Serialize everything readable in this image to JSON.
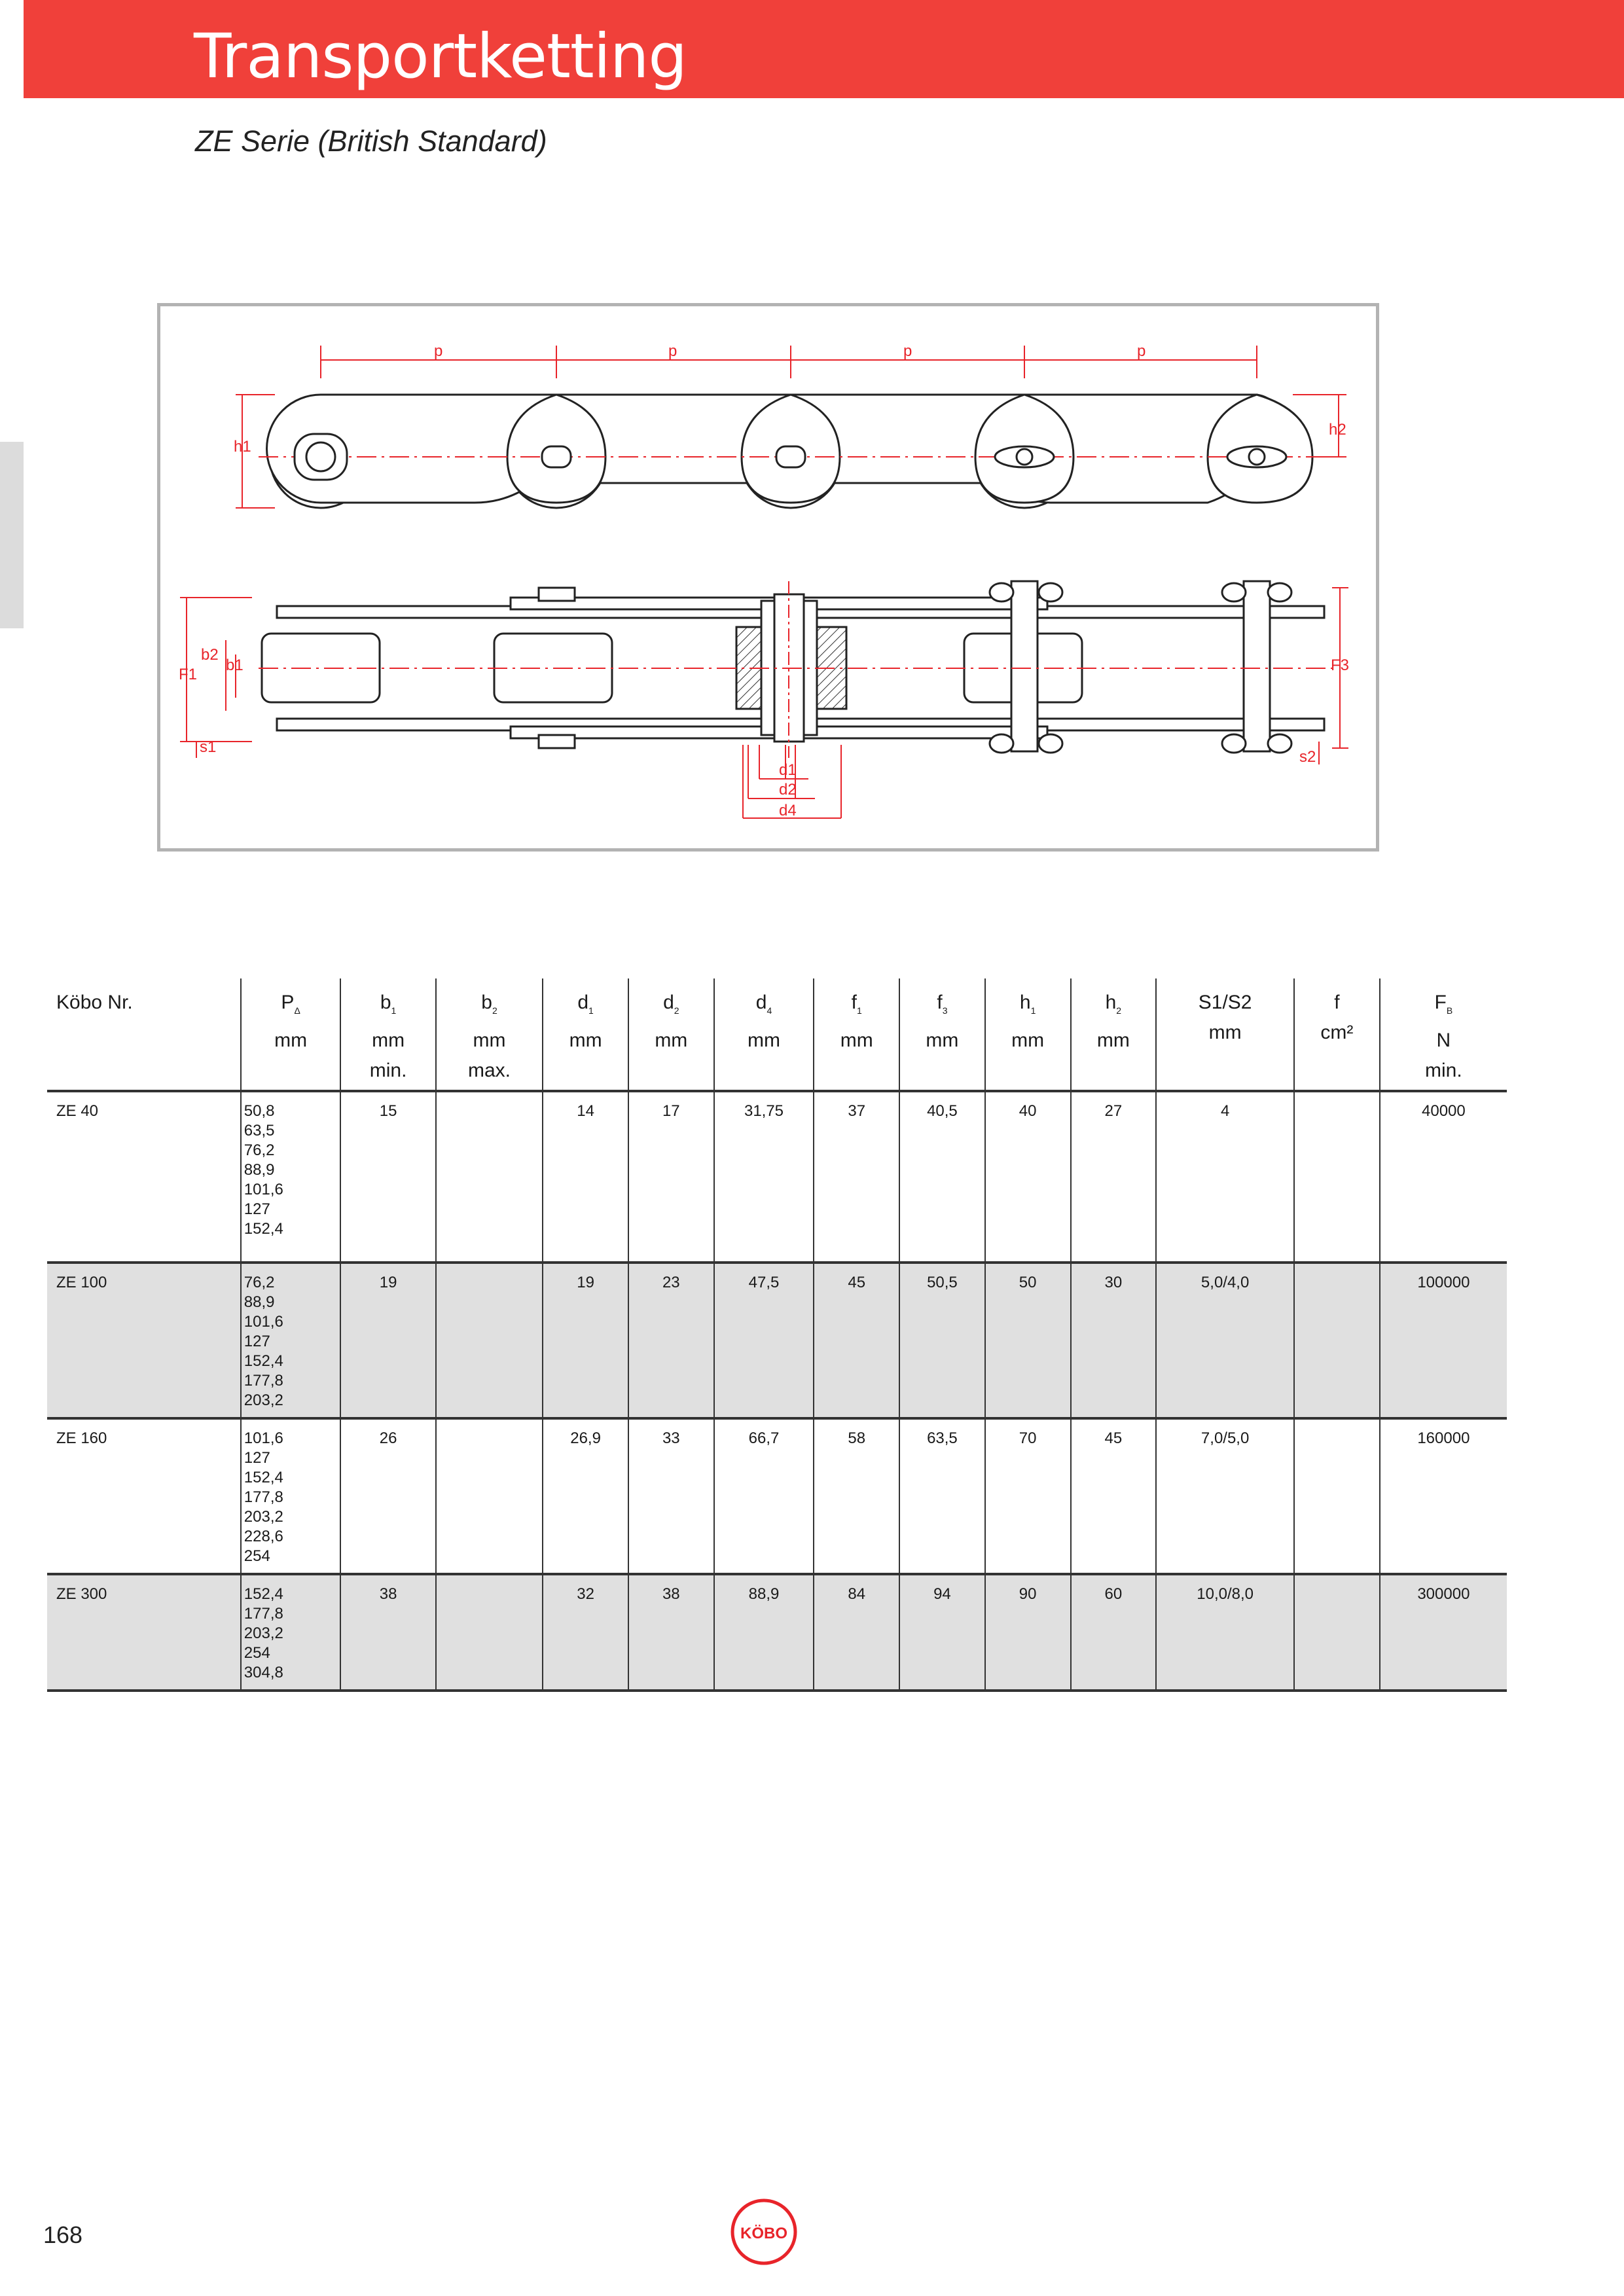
{
  "header": {
    "title": "Transportketting",
    "subtitle": "ZE Serie (British Standard)",
    "accent_color": "#f0403a"
  },
  "diagram": {
    "labels": {
      "p": "p",
      "h1": "h1",
      "h2": "h2",
      "b1": "b1",
      "b2": "b2",
      "F1": "F1",
      "F3": "F3",
      "s1": "s1",
      "s2": "s2",
      "d1": "d1",
      "d2": "d2",
      "d4": "d4"
    },
    "dimension_color": "#e8242a"
  },
  "table": {
    "headers": [
      {
        "main": "Köbo Nr.",
        "sub": "",
        "unit": "",
        "extra": ""
      },
      {
        "main": "P",
        "sub": "Δ",
        "unit": "mm",
        "extra": ""
      },
      {
        "main": "b",
        "sub": "1",
        "unit": "mm",
        "extra": "min."
      },
      {
        "main": "b",
        "sub": "2",
        "unit": "mm",
        "extra": "max."
      },
      {
        "main": "d",
        "sub": "1",
        "unit": "mm",
        "extra": ""
      },
      {
        "main": "d",
        "sub": "2",
        "unit": "mm",
        "extra": ""
      },
      {
        "main": "d",
        "sub": "4",
        "unit": "mm",
        "extra": ""
      },
      {
        "main": "f",
        "sub": "1",
        "unit": "mm",
        "extra": ""
      },
      {
        "main": "f",
        "sub": "3",
        "unit": "mm",
        "extra": ""
      },
      {
        "main": "h",
        "sub": "1",
        "unit": "mm",
        "extra": ""
      },
      {
        "main": "h",
        "sub": "2",
        "unit": "mm",
        "extra": ""
      },
      {
        "main": "S1/S2",
        "sub": "",
        "unit": "mm",
        "extra": ""
      },
      {
        "main": "f",
        "sub": "",
        "unit": "cm²",
        "extra": ""
      },
      {
        "main": "F",
        "sub": "B",
        "unit": "N",
        "extra": "min."
      }
    ],
    "rows": [
      {
        "nr": "ZE 40",
        "pitch": "50,8\n63,5\n76,2\n88,9\n101,6\n127\n152,4",
        "b1": "15",
        "b2": "",
        "d1": "14",
        "d2": "17",
        "d4": "31,75",
        "f1": "37",
        "f3": "40,5",
        "h1": "40",
        "h2": "27",
        "s": "4",
        "f": "",
        "fb": "40000"
      },
      {
        "nr": "ZE 100",
        "pitch": "76,2\n88,9\n101,6\n127\n152,4\n177,8\n203,2",
        "b1": "19",
        "b2": "",
        "d1": "19",
        "d2": "23",
        "d4": "47,5",
        "f1": "45",
        "f3": "50,5",
        "h1": "50",
        "h2": "30",
        "s": "5,0/4,0",
        "f": "",
        "fb": "100000"
      },
      {
        "nr": "ZE 160",
        "pitch": "101,6\n127\n152,4\n177,8\n203,2\n228,6\n254",
        "b1": "26",
        "b2": "",
        "d1": "26,9",
        "d2": "33",
        "d4": "66,7",
        "f1": "58",
        "f3": "63,5",
        "h1": "70",
        "h2": "45",
        "s": "7,0/5,0",
        "f": "",
        "fb": "160000"
      },
      {
        "nr": "ZE 300",
        "pitch": "152,4\n177,8\n203,2\n254\n304,8",
        "b1": "38",
        "b2": "",
        "d1": "32",
        "d2": "38",
        "d4": "88,9",
        "f1": "84",
        "f3": "94",
        "h1": "90",
        "h2": "60",
        "s": "10,0/8,0",
        "f": "",
        "fb": "300000"
      }
    ]
  },
  "footer": {
    "page_number": "168",
    "logo_text": "KÖBO"
  }
}
